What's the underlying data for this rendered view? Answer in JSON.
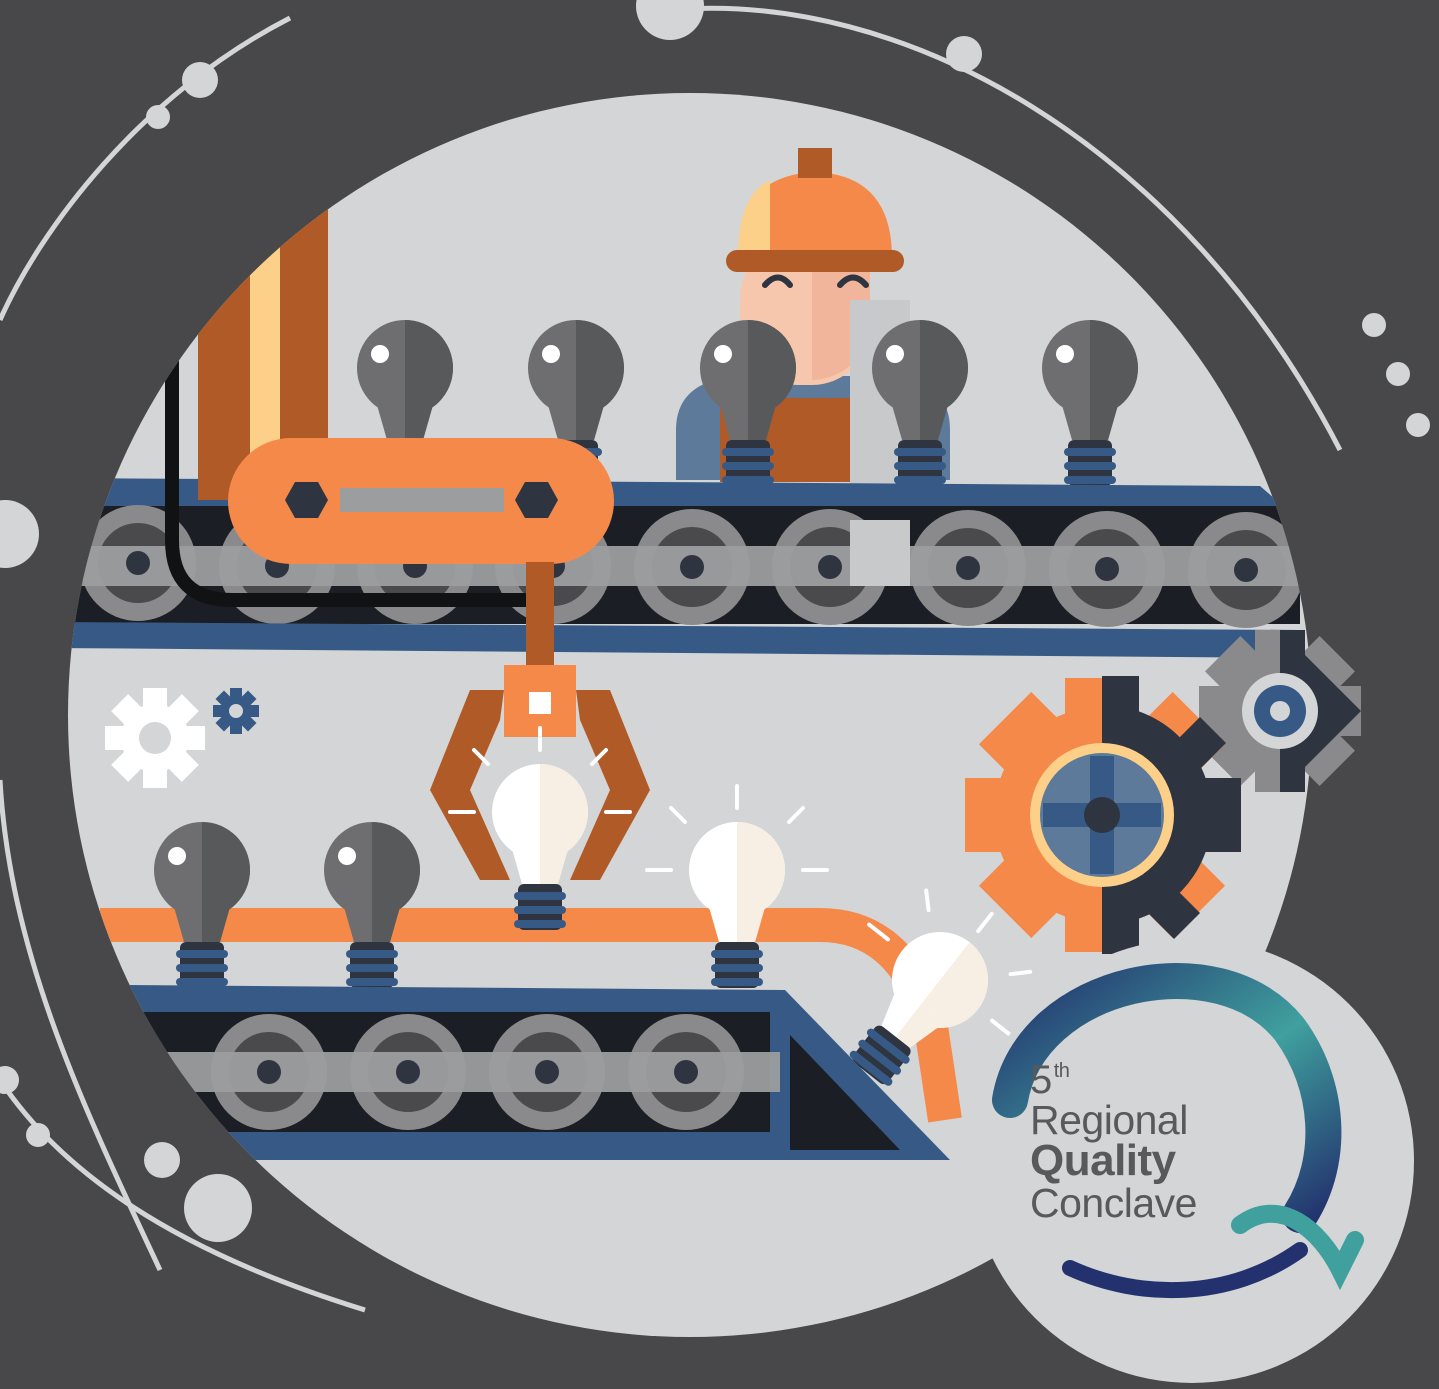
{
  "logo": {
    "ordinal_number": "5",
    "ordinal_suffix": "th",
    "line1": "Regional",
    "line2": "Quality",
    "line3": "Conclave"
  },
  "colors": {
    "background": "#48484a",
    "circle": "#d3d5d6",
    "orange": "#f5894a",
    "rust": "#b05b27",
    "navy": "#2e3440",
    "blue": "#365a85",
    "steel": "#5d7a9a",
    "bulb_dark": "#58595b",
    "bulb_lit": "#ffffff",
    "accent_teal": "#3fa09e",
    "accent_indigo": "#23326e"
  },
  "icons": [
    "factory-machine-icon",
    "worker-icon",
    "robot-claw-icon",
    "conveyor-belt-icon",
    "light-bulb-icon",
    "gear-icon"
  ]
}
